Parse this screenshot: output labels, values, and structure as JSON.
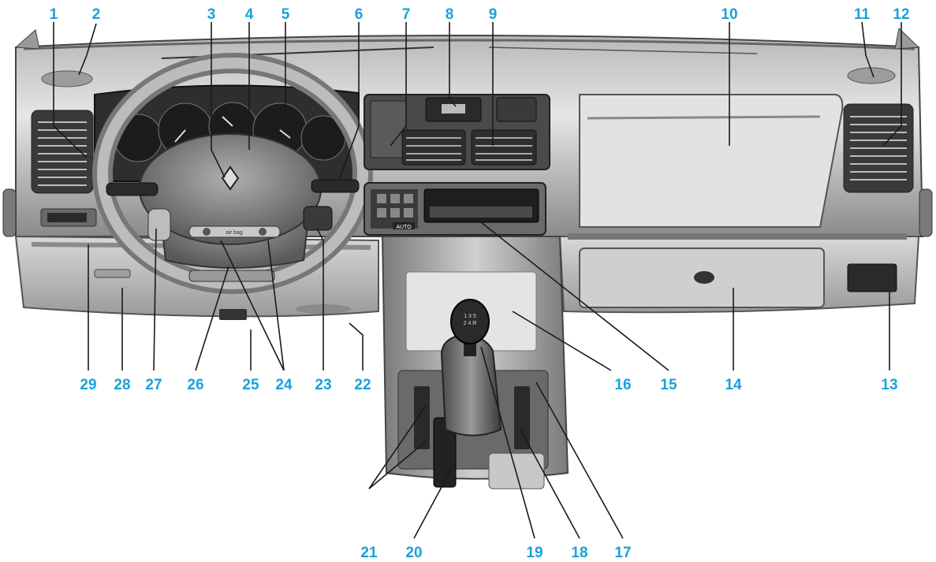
{
  "figure": {
    "callouts": [
      "1",
      "2",
      "3",
      "4",
      "5",
      "6",
      "7",
      "8",
      "9",
      "10",
      "11",
      "12",
      "13",
      "14",
      "15",
      "16",
      "17",
      "18",
      "19",
      "20",
      "21",
      "22",
      "23",
      "24",
      "25",
      "26",
      "27",
      "28",
      "29"
    ],
    "panel_text": {
      "airbag": "air bag",
      "auto_button": "AUTO",
      "gear_pattern": "1 3 5\n2 4 R"
    },
    "colors": {
      "callout": "#1aa0dc",
      "leader": "#1a1a1a"
    }
  }
}
